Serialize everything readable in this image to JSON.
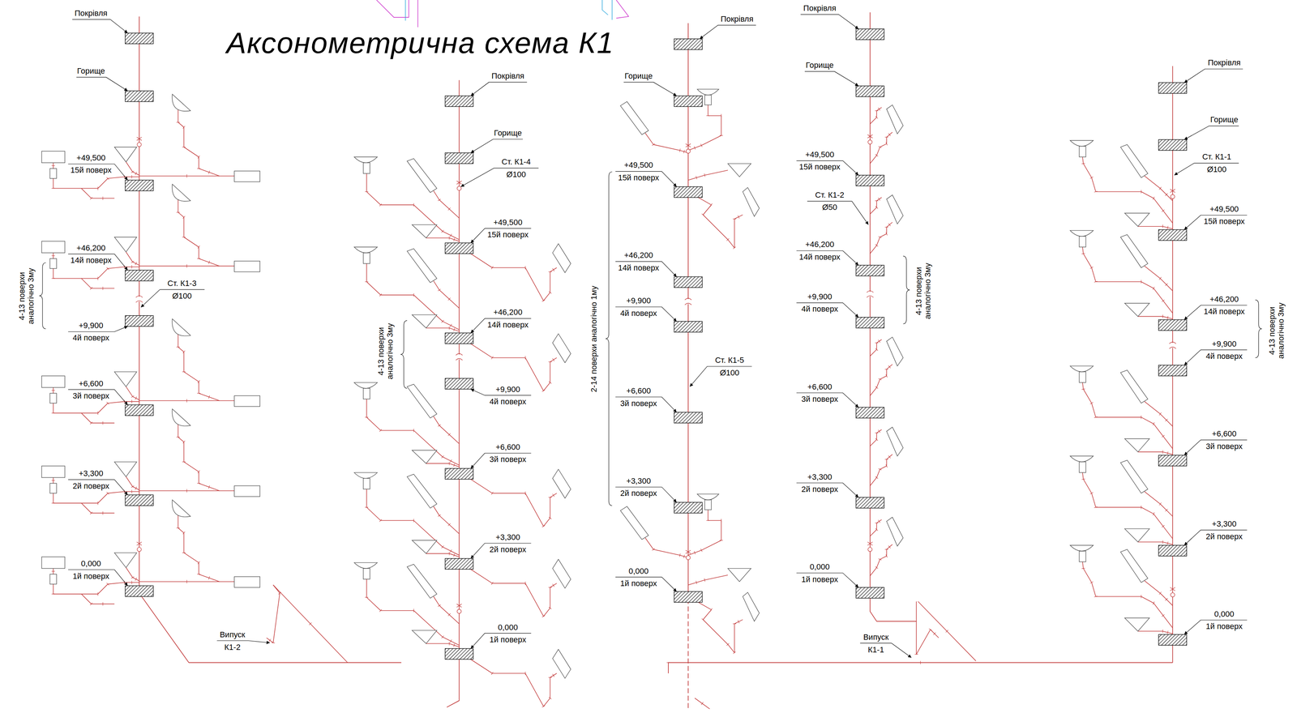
{
  "diagram": {
    "title": "Аксонометрична схема К1",
    "labels": [
      "Покрівля",
      "Горище",
      "+49,500",
      "15й поверх",
      "+46,200",
      "14й поверх",
      "Ст. К1-3",
      "Ø100",
      "+9,900",
      "4й поверх",
      "+6,600",
      "3й поверх",
      "+3,300",
      "2й поверх",
      "0,000",
      "1й поверх",
      "4-13 поверхи аналогічно 3му",
      "Випуск",
      "К1-2",
      "Покрівля",
      "Горище",
      "Ст. К1-4",
      "Ø100",
      "+49,500",
      "15й поверх",
      "+46,200",
      "14й поверх",
      "4-13 поверхи аналогічно 3му",
      "+9,900",
      "4й поверх",
      "+6,600",
      "3й поверх",
      "+3,300",
      "2й поверх",
      "0,000",
      "1й поверх",
      "Покрівля",
      "Горище",
      "+49,500",
      "15й поверх",
      "2-14 поверхи аналогічно 1му",
      "+46,200",
      "14й поверх",
      "+9,900",
      "4й поверх",
      "Ст. К1-5",
      "Ø100",
      "+6,600",
      "3й поверх",
      "+3,300",
      "2й поверх",
      "0,000",
      "1й поверх",
      "Покрівля",
      "Горище",
      "+49,500",
      "15й поверх",
      "Ст. К1-2",
      "Ø50",
      "+46,200",
      "14й поверх",
      "4-13 поверхи аналогічно 3му",
      "+9,900",
      "4й поверх",
      "+6,600",
      "3й поверх",
      "+3,300",
      "2й поверх",
      "0,000",
      "1й поверх",
      "Випуск",
      "К1-1",
      "Покрівля",
      "Горище",
      "Ст. К1-1",
      "Ø100",
      "+49,500",
      "15й поверх",
      "+46,200",
      "14й поверх",
      "4-13 поверхи аналогічно 3му",
      "+9,900",
      "4й поверх",
      "+6,600",
      "3й поверх",
      "+3,300",
      "2й поверх",
      "0,000",
      "1й поверх"
    ]
  }
}
